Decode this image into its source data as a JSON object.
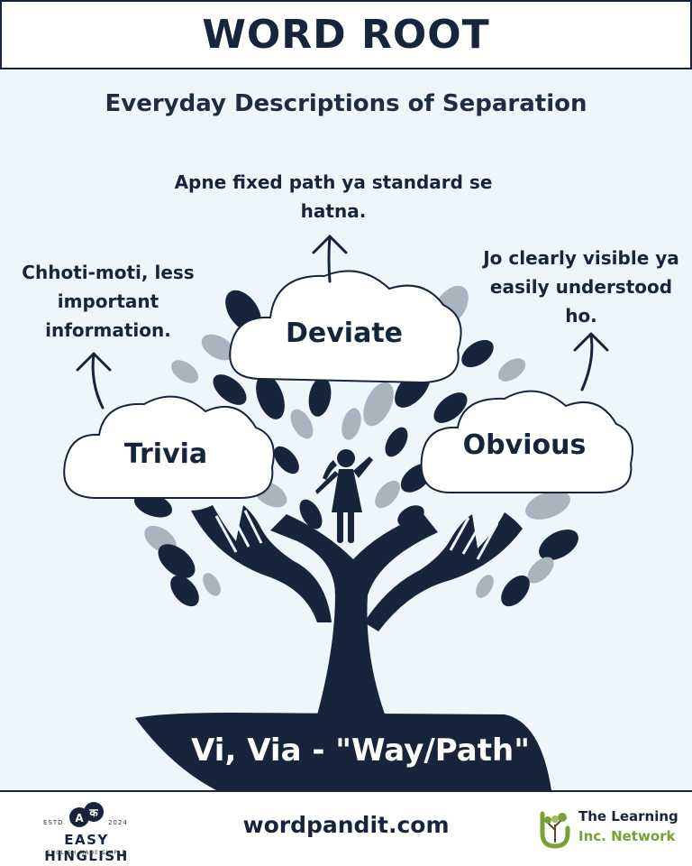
{
  "header": {
    "title": "WORD ROOT"
  },
  "subtitle": "Everyday Descriptions of Separation",
  "words": [
    {
      "word": "Deviate",
      "meaning": "Apne fixed path ya standard se hatna."
    },
    {
      "word": "Trivia",
      "meaning": "Chhoti-moti, less important information."
    },
    {
      "word": "Obvious",
      "meaning": "Jo clearly visible ya easily understood ho."
    }
  ],
  "root": "Vi, Via - \"Way/Path\"",
  "footer": {
    "site": "wordpandit.com",
    "left_logo": {
      "name": "EASY HINGLISH",
      "tagline": "ENGLISH MADE SIMPLE",
      "estd": "ESTD",
      "year": "2024",
      "badge_a": "A",
      "badge_k": "क"
    },
    "right_logo": {
      "line1": "The Learning",
      "line2": "Inc. Network"
    }
  },
  "colors": {
    "navy": "#16253b",
    "background": "#eef6fb",
    "leaf_gray": "#a9b4bf",
    "accent_green": "#7aa035"
  },
  "icons": [
    "up-arrow-icon",
    "cloud-icon",
    "hand-icon",
    "leaf-icon",
    "child-figure-icon",
    "tree-trunk-icon"
  ]
}
